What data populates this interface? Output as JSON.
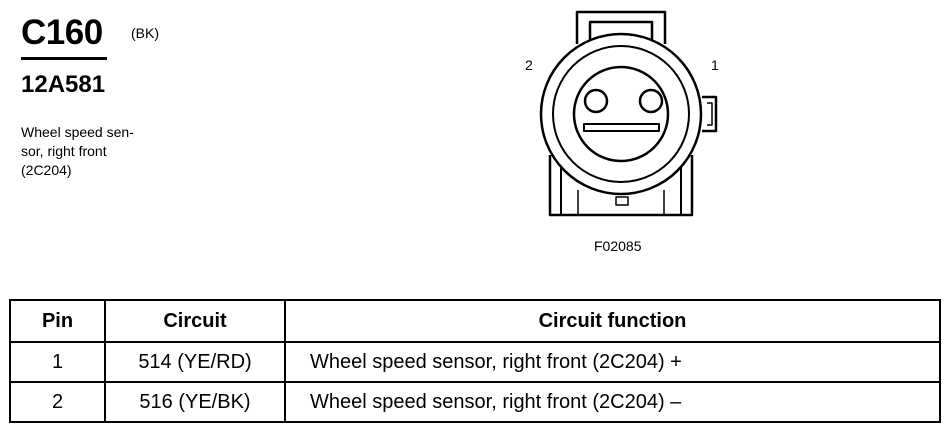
{
  "header": {
    "connector_id": "C160",
    "color_code": "(BK)",
    "part_number": "12A581",
    "description_lines": [
      "Wheel speed sen-",
      "sor, right front",
      "(2C204)"
    ]
  },
  "diagram": {
    "pin_labels": [
      "2",
      "1"
    ],
    "figure_id": "F02085"
  },
  "table": {
    "headers": [
      "Pin",
      "Circuit",
      "Circuit function"
    ],
    "rows": [
      {
        "pin": "1",
        "circuit": "514 (YE/RD)",
        "function": "Wheel speed sensor, right front (2C204)  +"
      },
      {
        "pin": "2",
        "circuit": "516 (YE/BK)",
        "function": "Wheel speed sensor, right front (2C204) –"
      }
    ]
  }
}
